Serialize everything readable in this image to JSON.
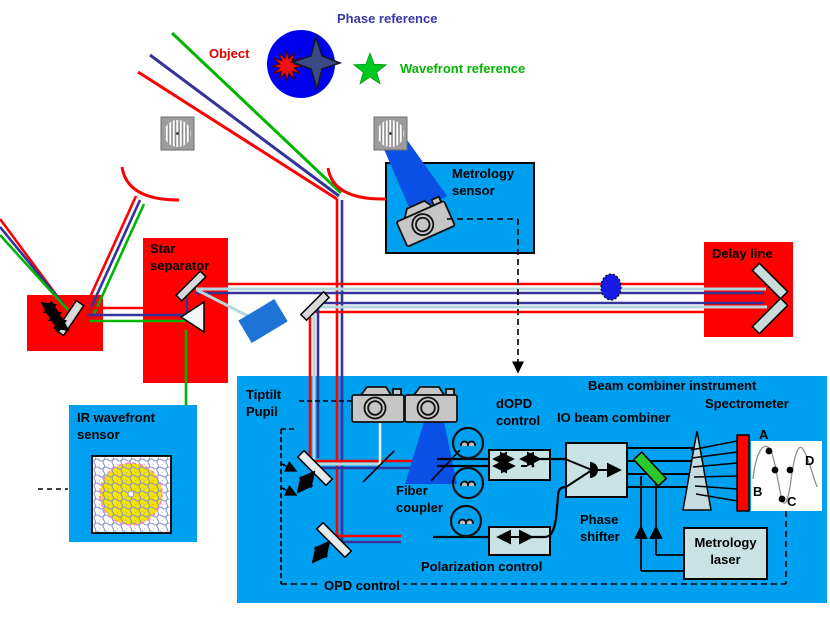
{
  "sky": {
    "phase_reference_label": "Phase reference",
    "object_label": "Object",
    "wavefront_reference_label": "Wavefront reference"
  },
  "stations": {
    "metrology_sensor": "Metrology\nsensor",
    "star_separator": "Star\nseparator",
    "delay_line": "Delay line",
    "ir_wavefront_sensor": "IR wavefront\nsensor"
  },
  "combiner": {
    "title": "Beam combiner instrument",
    "tiptilt_pupil": "Tiptilt\nPupil",
    "dopd_control": "dOPD\ncontrol",
    "io_beam_combiner": "IO beam combiner",
    "spectrometer": "Spectrometer",
    "fiber_coupler": "Fiber\ncoupler",
    "phase_shifter": "Phase\nshifter",
    "polarization_control": "Polarization control",
    "opd_control": "OPD control",
    "metrology_laser": "Metrology\nlaser",
    "fringe_points": {
      "a": "A",
      "b": "B",
      "c": "C",
      "d": "D"
    }
  },
  "colors": {
    "object_beam": "#ff0000",
    "phase_reference_beam": "#333399",
    "wavefront_reference_beam": "#00b400",
    "metrology_beam": "#b6d8dc",
    "station_box": "#ff0000",
    "instrument_box": "#00a0f0",
    "panel": "#c9e3e4",
    "dichroic": "#2dc82d",
    "detector": "#ff0000",
    "pupil": "#f2e300"
  }
}
